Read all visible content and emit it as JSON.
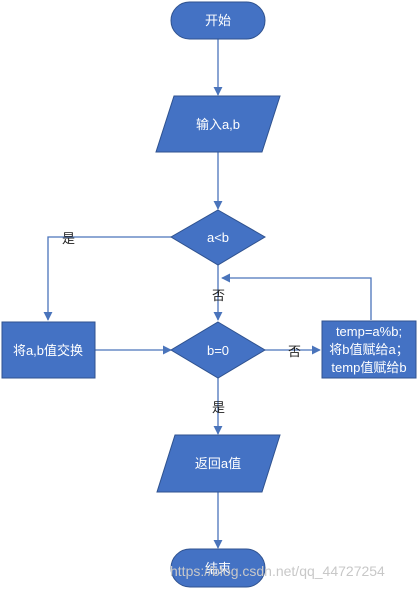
{
  "colors": {
    "fill": "#4472c4",
    "stroke": "#2f528f",
    "line": "#4a74bb",
    "text": "#ffffff",
    "edge_text": "#222222"
  },
  "nodes": {
    "start": "开始",
    "input": "输入a,b",
    "decision_lt": "a<b",
    "swap": "将a,b值交换",
    "decision_zero": "b=0",
    "update": [
      "temp=a%b;",
      "将b值赋给a；",
      "temp值赋给b"
    ],
    "output": "返回a值",
    "end": "结束"
  },
  "edges": {
    "yes_swap": "是",
    "no_lt": "否",
    "no_zero": "否",
    "yes_zero": "是"
  },
  "watermark": "https://blog.csdn.net/qq_44727254"
}
